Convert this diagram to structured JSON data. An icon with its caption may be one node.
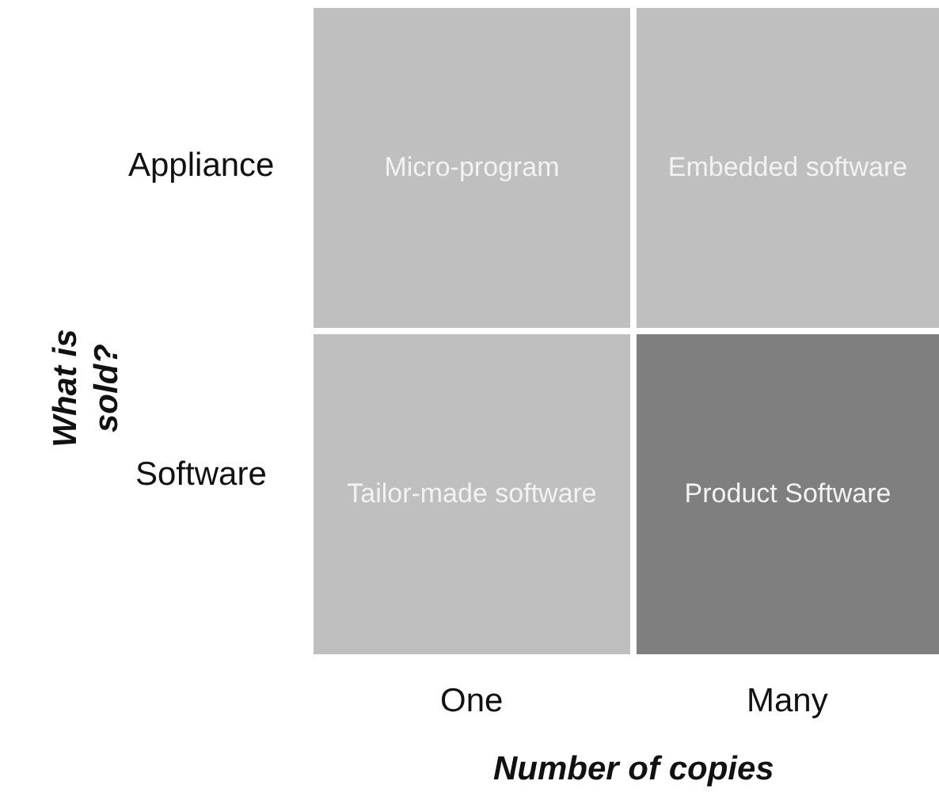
{
  "diagram": {
    "nodes": [
      {
        "text": [
          "Micro-program"
        ]
      },
      {
        "text": [
          "Embedded software"
        ]
      },
      {
        "text": [
          "Tailor-made software"
        ]
      },
      {
        "text": [
          "Product Software"
        ]
      }
    ],
    "labels": [
      "Appliance",
      "What is sold?",
      "Software",
      "One",
      "Many",
      "Number of copies"
    ]
  }
}
